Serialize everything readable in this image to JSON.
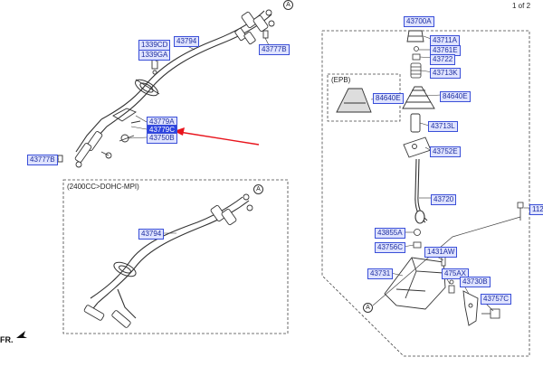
{
  "page_indicator": "1 of 2",
  "variant_box_title": "(2400CC>DOHC-MPI)",
  "epb_box_title": "(EPB)",
  "marker_a": "A",
  "front_label": "FR.",
  "labels": {
    "l43700A": "43700A",
    "l43711A": "43711A",
    "l43761E": "43761E",
    "l43722": "43722",
    "l43713K": "43713K",
    "l84640E_epb": "84640E",
    "l84640E": "84640E",
    "l43713L": "43713L",
    "l43752E": "43752E",
    "l43720": "43720",
    "l43855A": "43855A",
    "l43756C": "43756C",
    "l1431AW": "1431AW",
    "l43731": "43731",
    "l475AX": "475AX",
    "l43730B": "43730B",
    "l43757C": "43757C",
    "l1123": "112",
    "l1339CD": "1339CD",
    "l1339GA": "1339GA",
    "l43794_top": "43794",
    "l43777B_top": "43777B",
    "l43779A": "43779A",
    "l43779C": "43779C",
    "l43750B": "43750B",
    "l43777B_left": "43777B",
    "l43794_var": "43794"
  },
  "colors": {
    "label_fill": "#dfe3ff",
    "label_border": "#3a4fd8",
    "label_text": "#1f2f9e",
    "highlight": "#2c43e0",
    "arrow": "#e8141c",
    "line": "#333333"
  }
}
